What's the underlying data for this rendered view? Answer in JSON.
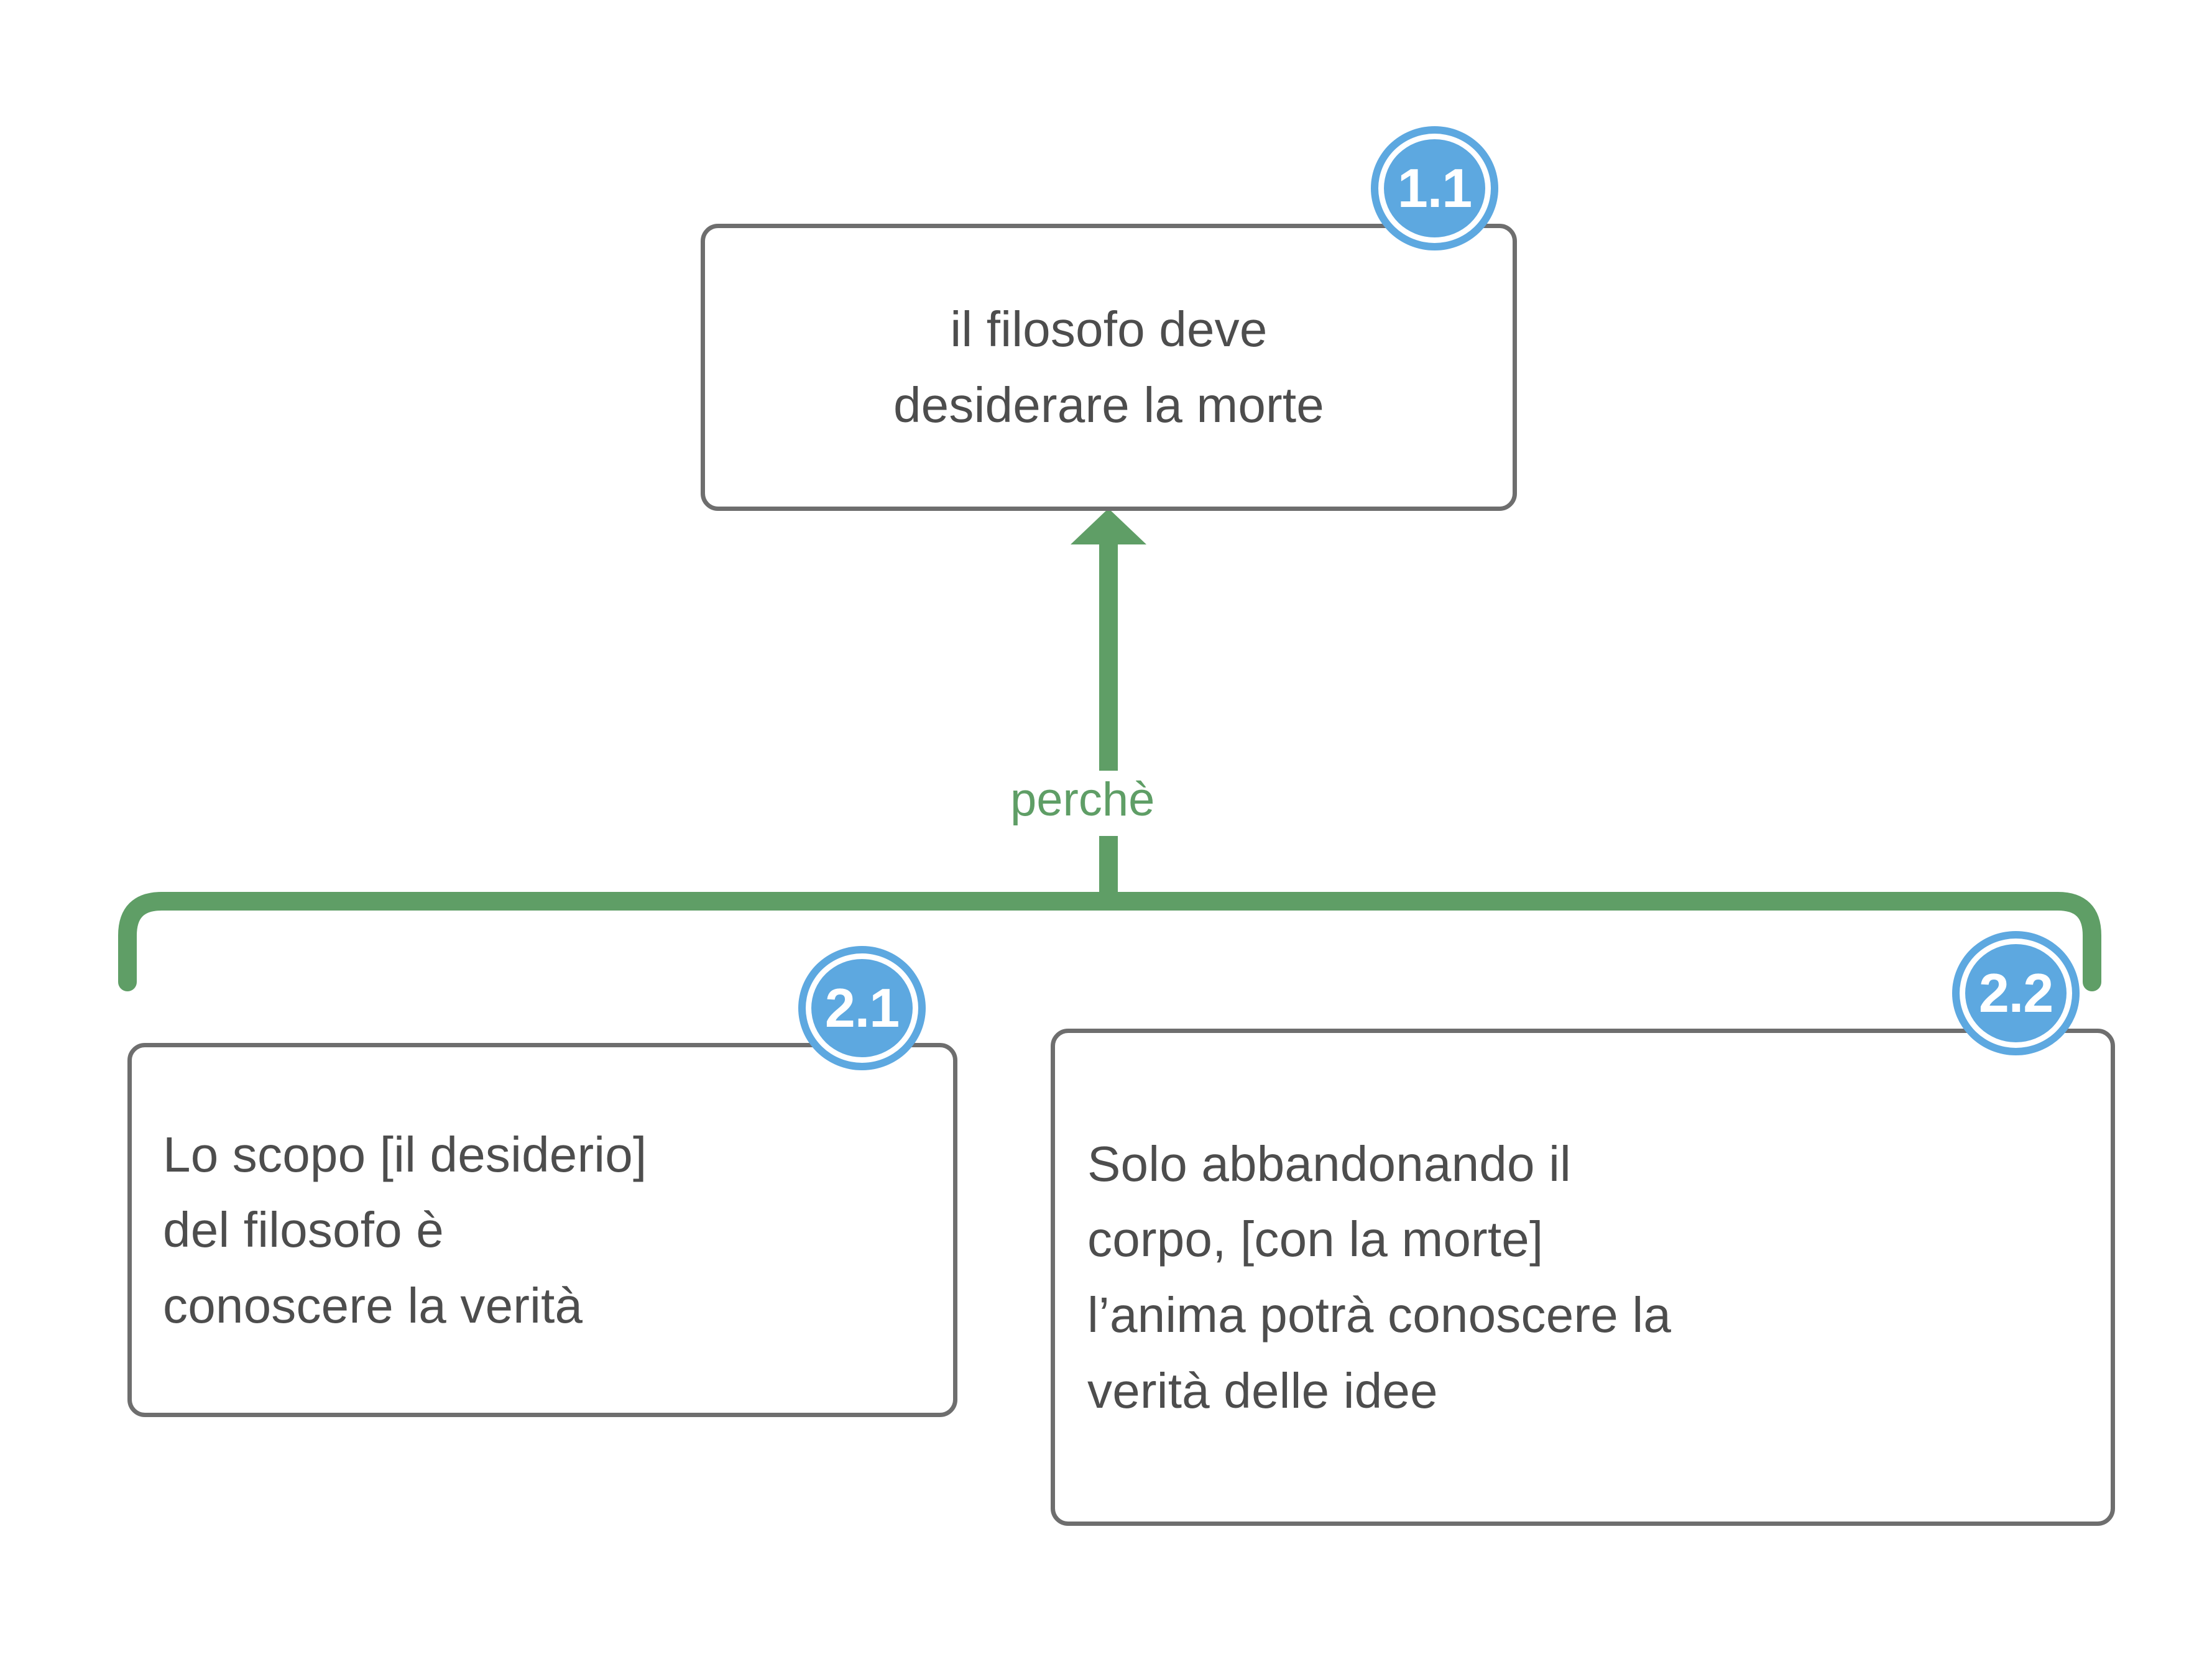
{
  "diagram": {
    "title": "il filosofo deve desiderare la morte",
    "type": "argument-map",
    "background_color": "#ffffff",
    "node_border_color": "#6e6e6e",
    "node_text_color": "#4d4d4d",
    "badge_color": "#5da8e0",
    "badge_text_color": "#ffffff",
    "connector_color": "#5f9e66"
  },
  "nodes": [
    {
      "id": "1.1",
      "badge": "1.1",
      "text": "il filosofo deve\ndesiderare la morte",
      "align": "center"
    },
    {
      "id": "2.1",
      "badge": "2.1",
      "text": "Lo scopo [il desiderio]\ndel filosofo è\nconoscere la verità",
      "align": "left"
    },
    {
      "id": "2.2",
      "badge": "2.2",
      "text": "Solo abbandonando il\ncorpo, [con la morte]\nl’anima potrà conoscere la\nverità delle idee",
      "align": "left"
    }
  ],
  "edges": [
    {
      "id": "support-1",
      "label": "perchè",
      "from": [
        "2.1",
        "2.2"
      ],
      "to": "1.1",
      "arrow": "up",
      "color": "#5f9e66"
    }
  ]
}
